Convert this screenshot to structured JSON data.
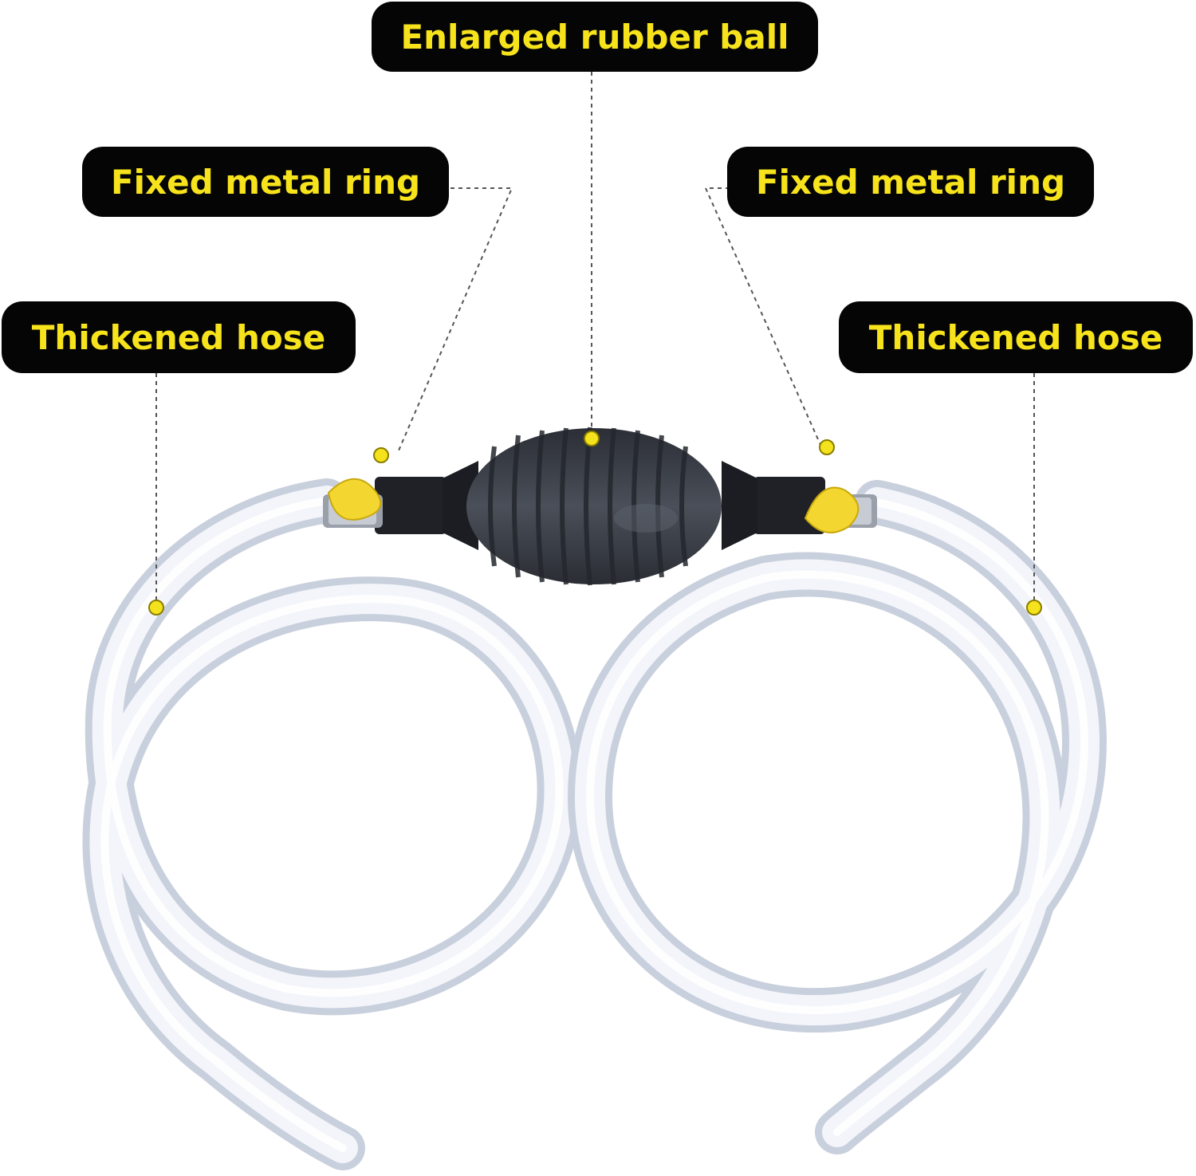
{
  "callouts": {
    "center_top": "Enlarged rubber ball",
    "left_mid": "Fixed metal ring",
    "right_mid": "Fixed metal ring",
    "left_low": "Thickened hose",
    "right_low": "Thickened hose"
  },
  "colors": {
    "label_text": "#f7e31b",
    "label_bg": "#050505",
    "marker": "#f4e21c",
    "bulb": "#3b3f48",
    "hose": "#dfe4ee",
    "clamp": "#f3d630"
  }
}
